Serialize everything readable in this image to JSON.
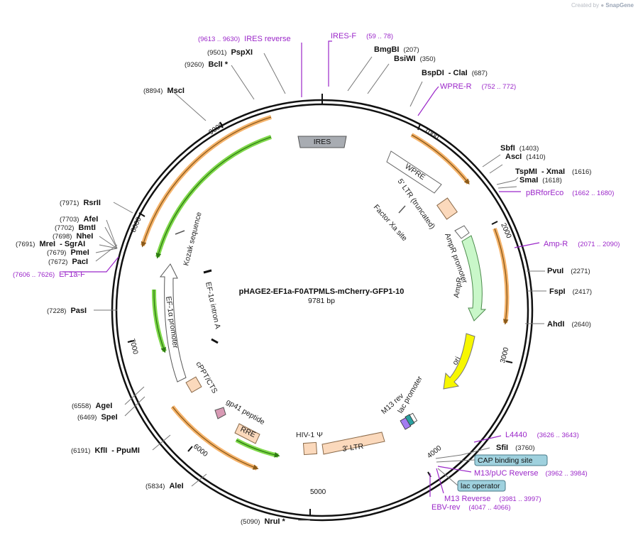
{
  "credit": {
    "prefix": "Created by",
    "brand": "SnapGene"
  },
  "plasmid": {
    "name": "pHAGE2-EF1a-F0ATPMLS-mCherry-GFP1-10",
    "size": "9781 bp"
  },
  "ring_ticks": [
    "1000",
    "2000",
    "3000",
    "4000",
    "5000",
    "6000",
    "7000",
    "8000",
    "9000"
  ],
  "enzymes": [
    {
      "name": "BmgBI",
      "pos": "(207)"
    },
    {
      "name": "BsiWI",
      "pos": "(350)"
    },
    {
      "name": "BspDI",
      "pos": "(687)",
      "alt": "ClaI"
    },
    {
      "name": "SbfI",
      "pos": "(1403)"
    },
    {
      "name": "AscI",
      "pos": "(1410)"
    },
    {
      "name": "TspMI",
      "pos": "(1616)",
      "alt": "XmaI"
    },
    {
      "name": "SmaI",
      "pos": "(1618)"
    },
    {
      "name": "PvuI",
      "pos": "(2271)"
    },
    {
      "name": "FspI",
      "pos": "(2417)"
    },
    {
      "name": "AhdI",
      "pos": "(2640)"
    },
    {
      "name": "SfiI",
      "pos": "(3760)"
    },
    {
      "name": "NruI *",
      "pos": "(5090)"
    },
    {
      "name": "AleI",
      "pos": "(5834)"
    },
    {
      "name": "KflI",
      "pos": "(6191)",
      "alt": "PpuMI"
    },
    {
      "name": "SpeI",
      "pos": "(6469)"
    },
    {
      "name": "AgeI",
      "pos": "(6558)"
    },
    {
      "name": "PasI",
      "pos": "(7228)"
    },
    {
      "name": "PacI",
      "pos": "(7672)"
    },
    {
      "name": "PmeI",
      "pos": "(7679)"
    },
    {
      "name": "MreI",
      "pos": "(7691)",
      "alt": "SgrAI"
    },
    {
      "name": "NheI",
      "pos": "(7698)"
    },
    {
      "name": "BmtI",
      "pos": "(7702)"
    },
    {
      "name": "AfeI",
      "pos": "(7703)"
    },
    {
      "name": "RsrII",
      "pos": "(7971)"
    },
    {
      "name": "MscI",
      "pos": "(8894)"
    },
    {
      "name": "BclI *",
      "pos": "(9260)"
    },
    {
      "name": "PspXI",
      "pos": "(9501)"
    }
  ],
  "primers": [
    {
      "name": "IRES reverse",
      "pos": "(9613 .. 9630)"
    },
    {
      "name": "IRES-F",
      "pos": "(59 .. 78)"
    },
    {
      "name": "WPRE-R",
      "pos": "(752 .. 772)"
    },
    {
      "name": "pBRforEco",
      "pos": "(1662 .. 1680)"
    },
    {
      "name": "Amp-R",
      "pos": "(2071 .. 2090)"
    },
    {
      "name": "L4440",
      "pos": "(3626 .. 3643)"
    },
    {
      "name": "M13/pUC Reverse",
      "pos": "(3962 .. 3984)"
    },
    {
      "name": "M13 Reverse",
      "pos": "(3981 .. 3997)"
    },
    {
      "name": "EBV-rev",
      "pos": "(4047 .. 4066)"
    },
    {
      "name": "EF1a-F",
      "pos": "(7606 .. 7626)"
    }
  ],
  "boxed_features": [
    "CAP binding site",
    "lac operator"
  ],
  "features": {
    "ires": "IRES",
    "wpre": "WPRE",
    "ltr5": "5' LTR (truncated)",
    "factorxa": "Factor Xa site",
    "ampr_promoter": "AmpR promoter",
    "ampr": "AmpR",
    "ori": "ori",
    "m13rev": "M13 rev",
    "lac_promoter": "lac promoter",
    "ltr3": "3' LTR",
    "hiv": "HIV-1 Ψ",
    "rre": "RRE",
    "gp41": "gp41 peptide",
    "cppt": "cPPT/CTS",
    "ef1a_promoter": "EF-1α promoter",
    "ef1a_intron": "EF-1α intron A",
    "kozak": "Kozak sequence"
  },
  "colors": {
    "orf_orange": "#f5b36b",
    "orf_green": "#7fd84a",
    "ampr": "#c9f7c9",
    "ori": "#f7f700",
    "ltr": "#fbd9bc",
    "ires": "#a8acb2",
    "primer": "#9b27c9",
    "boxed": "#9fd1de"
  }
}
